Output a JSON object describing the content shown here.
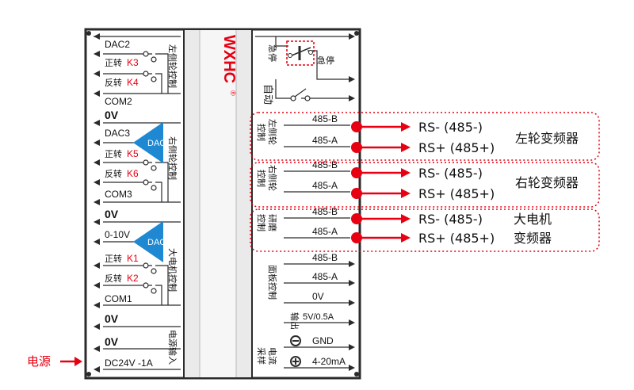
{
  "colors": {
    "red": "#e60012",
    "blue": "#1e88d2",
    "body": "#e9e9e9",
    "dark": "#2b2b2b"
  },
  "logo": {
    "text": "WXHC",
    "mark": "®"
  },
  "left_panel": {
    "dac2": "DAC2",
    "fwd": "正转",
    "rev": "反转",
    "k3": "K3",
    "k4": "K4",
    "k5": "K5",
    "k6": "K6",
    "k1": "K1",
    "k2": "K2",
    "com2": "COM2",
    "ov": "0V",
    "dac3": "DAC3",
    "com3": "COM3",
    "v010": "0-10V",
    "com1": "COM1",
    "dc24": "DC24V -1A",
    "dac_label": "DAC",
    "title_left": "左侧轮控制",
    "title_right": "右侧轮控制",
    "title_motor": "大电机控制",
    "title_power": "电源输入"
  },
  "power_label": "电源",
  "right_panel": {
    "estop_v": "急停",
    "estop": "急停",
    "auto": "自动",
    "left_wheel_ctrl": [
      "左侧轮",
      "控制"
    ],
    "right_wheel_ctrl": [
      "右侧轮",
      "控制"
    ],
    "grind_ctrl": [
      "研磨",
      "控制"
    ],
    "panel_ctrl": "面板控制",
    "output": "输出",
    "current_sample": [
      "电流",
      "采样"
    ],
    "b485": "485-B",
    "a485": "485-A",
    "ov": "0V",
    "v5": "5V/0.5A",
    "gnd": "GND",
    "ma": "4-20mA"
  },
  "outputs": {
    "rs_minus": "RS- (485-)",
    "rs_plus": "RS+ (485+)",
    "left_inverter": "左轮变频器",
    "right_inverter": "右轮变频器",
    "big_motor": "大电机",
    "inverter": "变频器"
  }
}
